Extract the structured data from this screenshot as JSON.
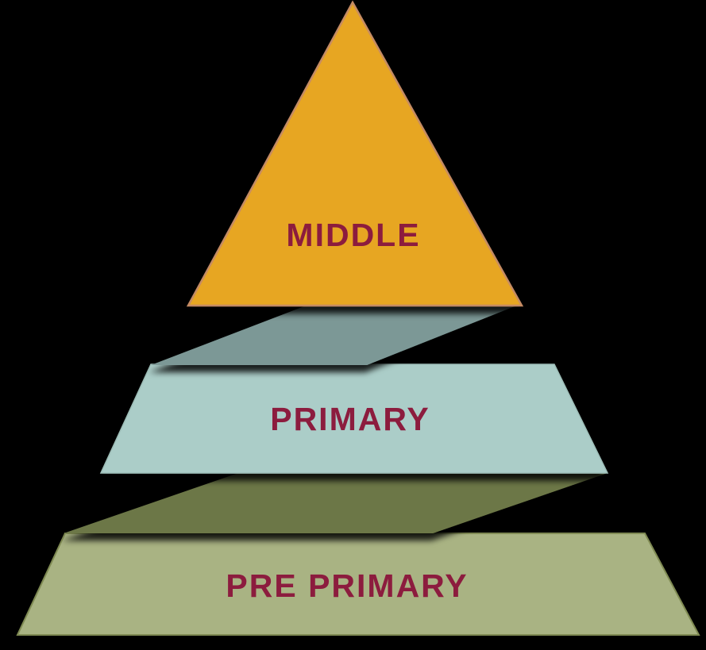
{
  "background": "#000000",
  "label_color": "#8C1C3E",
  "pyramid": {
    "type": "zigzag-pyramid",
    "levels": [
      {
        "key": "middle",
        "label": "MIDDLE",
        "fill": "#E7A621",
        "stroke": "#C58B63",
        "text_color": "#8C1C3E"
      },
      {
        "key": "primary",
        "label": "PRIMARY",
        "fill": "#ABCDC8",
        "stroke": "#9DBDB7",
        "text_color": "#8C1C3E"
      },
      {
        "key": "pre-primary",
        "label": "PRE PRIMARY",
        "fill": "#A9B383",
        "stroke": "#7F8A52",
        "text_color": "#8C1C3E"
      }
    ],
    "connectors": [
      {
        "key": "middle-to-primary",
        "fill": "#7C9896"
      },
      {
        "key": "primary-to-pre-primary",
        "fill": "#6C7746"
      }
    ]
  }
}
